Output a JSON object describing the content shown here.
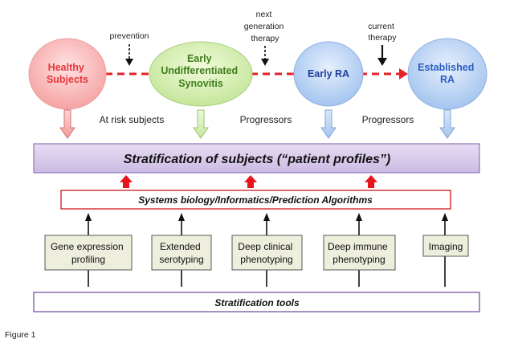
{
  "stages": [
    {
      "id": "healthy",
      "lines": [
        "Healthy",
        "Subjects"
      ],
      "color": "#e8353a"
    },
    {
      "id": "early-undiff",
      "lines": [
        "Early",
        "Undifferentiated",
        "Synovitis"
      ],
      "color": "#3f7d1d"
    },
    {
      "id": "early-ra",
      "lines": [
        "Early RA"
      ],
      "color": "#1f3f9c"
    },
    {
      "id": "established-ra",
      "lines": [
        "Established",
        "RA"
      ],
      "color": "#2a5cc2"
    }
  ],
  "interventions": {
    "prevention": [
      "prevention"
    ],
    "next_gen": [
      "next",
      "generation",
      "therapy"
    ],
    "current": [
      "current",
      "therapy"
    ]
  },
  "transition_labels": {
    "at_risk": "At risk subjects",
    "progressors_1": "Progressors",
    "progressors_2": "Progressors"
  },
  "stratification_box": "Stratification of subjects (“patient profiles”)",
  "systems_box": "Systems biology/Informatics/Prediction Algorithms",
  "tools": [
    [
      "Gene expression",
      "profiling"
    ],
    [
      "Extended",
      "serotyping"
    ],
    [
      "Deep clinical",
      "phenotyping"
    ],
    [
      "Deep immune",
      "phenotyping"
    ],
    [
      "Imaging"
    ]
  ],
  "tools_box": "Stratification tools",
  "figure_label": "Figure 1",
  "colors": {
    "dashed_arrow": "#e8202a",
    "red_arrow": "#e8141c",
    "strat_fill": "#d9ccec",
    "strat_border": "#8c73b8",
    "systems_border": "#d02a2a",
    "tool_fill": "#eeeedd",
    "tool_border": "#555555",
    "tools_box_border": "#8060a8"
  }
}
